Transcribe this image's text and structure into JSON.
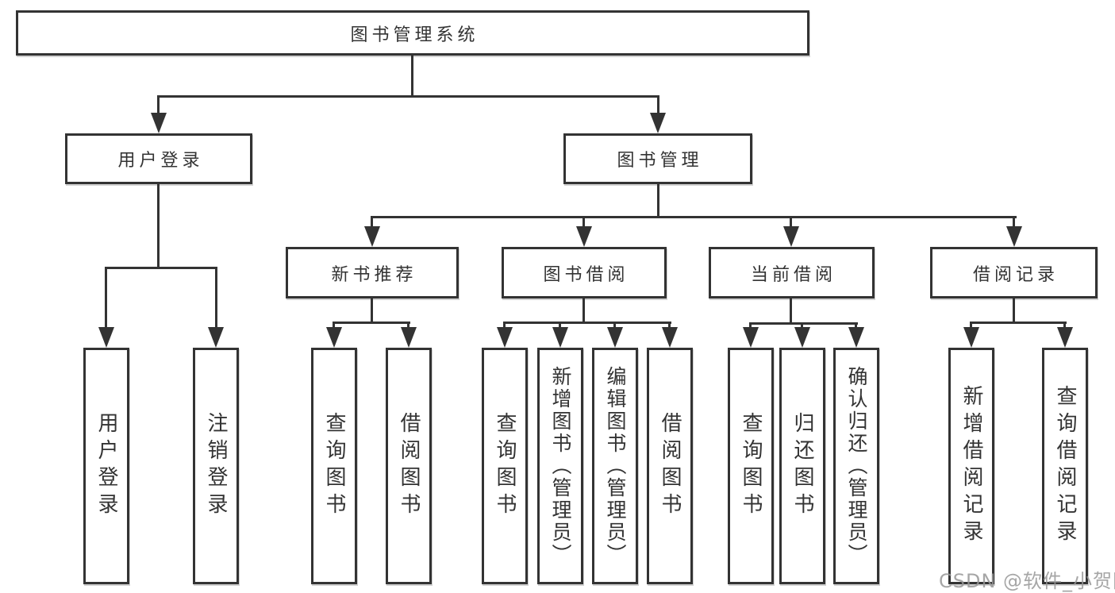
{
  "meta": {
    "type": "hierarchy-diagram",
    "colors": {
      "line": "#333333",
      "text": "#333333",
      "box_fill": "#ffffff",
      "background": "#ffffff",
      "watermark": "#969696"
    }
  },
  "tree": {
    "root": {
      "label": "图书管理系统",
      "children": [
        {
          "label": "用户登录",
          "children": [
            {
              "label": "用户登录"
            },
            {
              "label": "注销登录"
            }
          ]
        },
        {
          "label": "图书管理",
          "children": [
            {
              "label": "新书推荐",
              "children": [
                {
                  "label": "查询图书"
                },
                {
                  "label": "借阅图书"
                }
              ]
            },
            {
              "label": "图书借阅",
              "children": [
                {
                  "label": "查询图书"
                },
                {
                  "label": "新增图书（管理员）"
                },
                {
                  "label": "编辑图书（管理员）"
                },
                {
                  "label": "借阅图书"
                }
              ]
            },
            {
              "label": "当前借阅",
              "children": [
                {
                  "label": "查询图书"
                },
                {
                  "label": "归还图书"
                },
                {
                  "label": "确认归还（管理员）"
                }
              ]
            },
            {
              "label": "借阅记录",
              "children": [
                {
                  "label": "新增借阅记录"
                },
                {
                  "label": "查询借阅记录"
                }
              ]
            }
          ]
        }
      ]
    }
  },
  "watermark": {
    "text": "CSDN @软件_小贺同学"
  }
}
